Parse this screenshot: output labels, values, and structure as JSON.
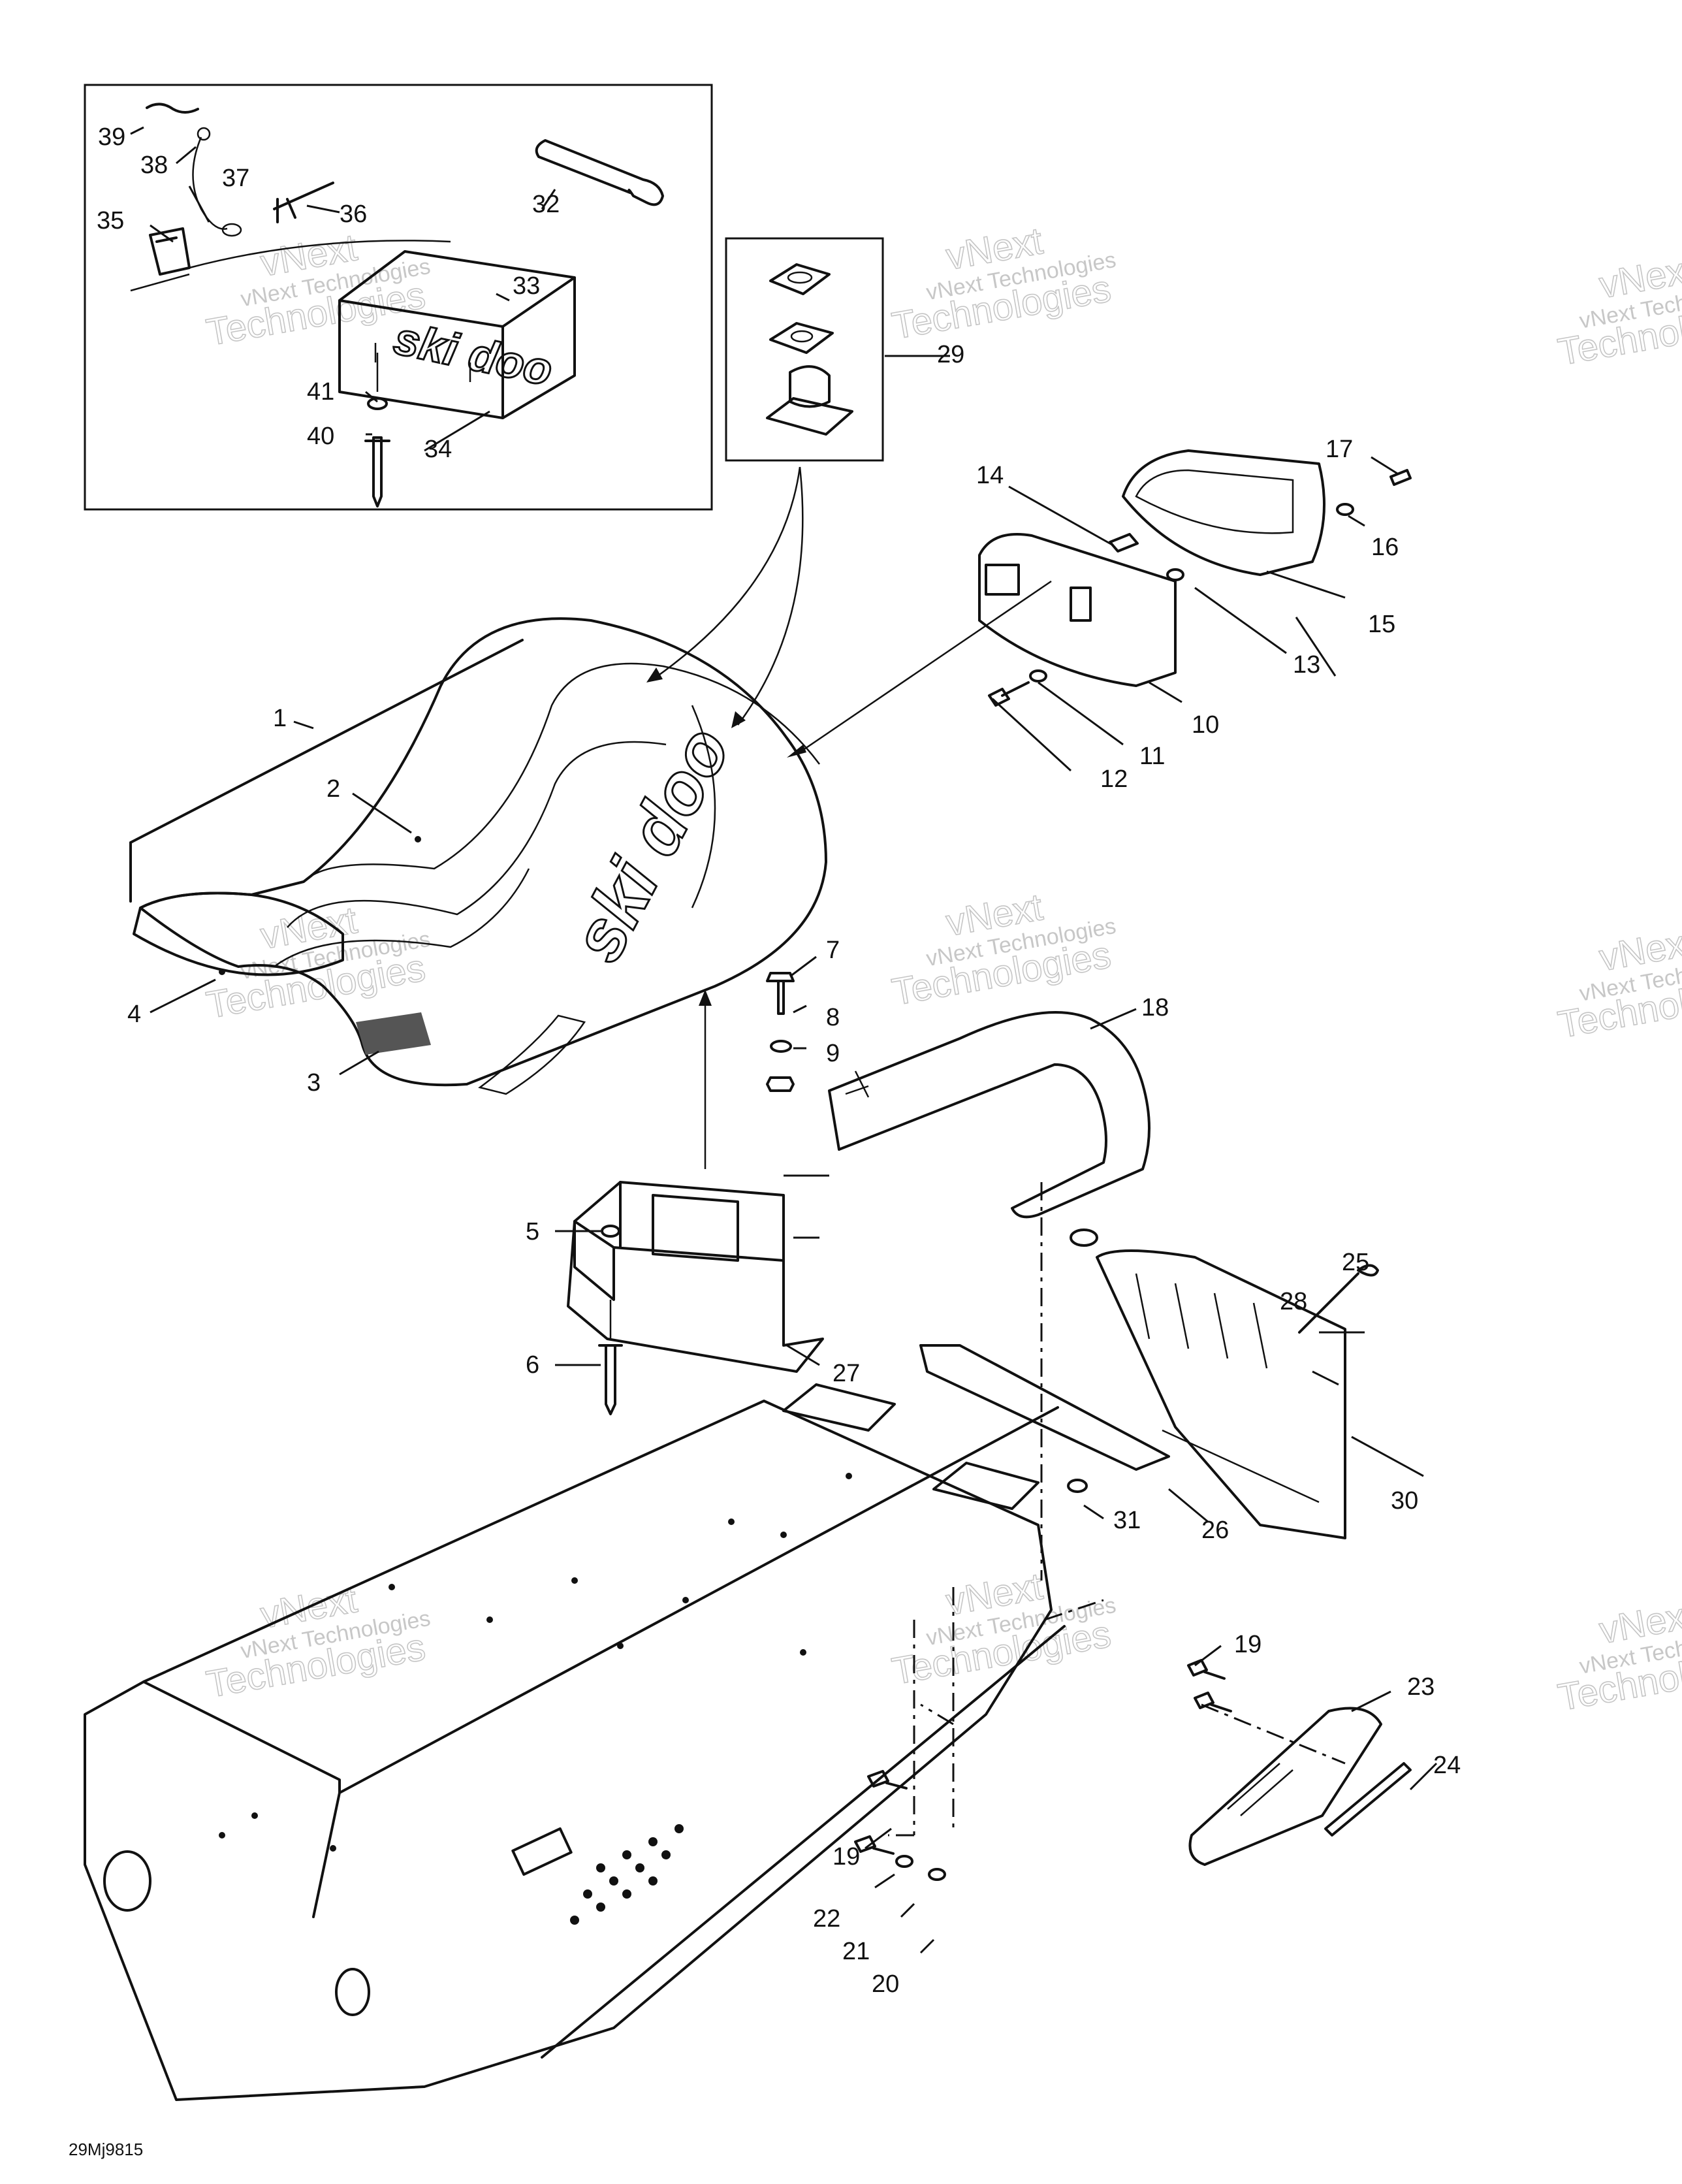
{
  "diagram": {
    "drawing_code": "29Mj9815",
    "watermark": {
      "line1": "vNext",
      "line2": "vNext Technologies",
      "line3": "Technologies"
    },
    "branding": {
      "seat_logo": "ski doo",
      "box_logo": "ski doo"
    },
    "callouts": [
      "1",
      "2",
      "3",
      "4",
      "5",
      "6",
      "7",
      "8",
      "9",
      "10",
      "11",
      "12",
      "13",
      "14",
      "15",
      "16",
      "17",
      "18",
      "19",
      "19",
      "19",
      "20",
      "21",
      "22",
      "23",
      "24",
      "25",
      "26",
      "27",
      "28",
      "29",
      "30",
      "31",
      "32",
      "33",
      "34",
      "35",
      "36",
      "37",
      "38",
      "39",
      "40",
      "41"
    ]
  }
}
